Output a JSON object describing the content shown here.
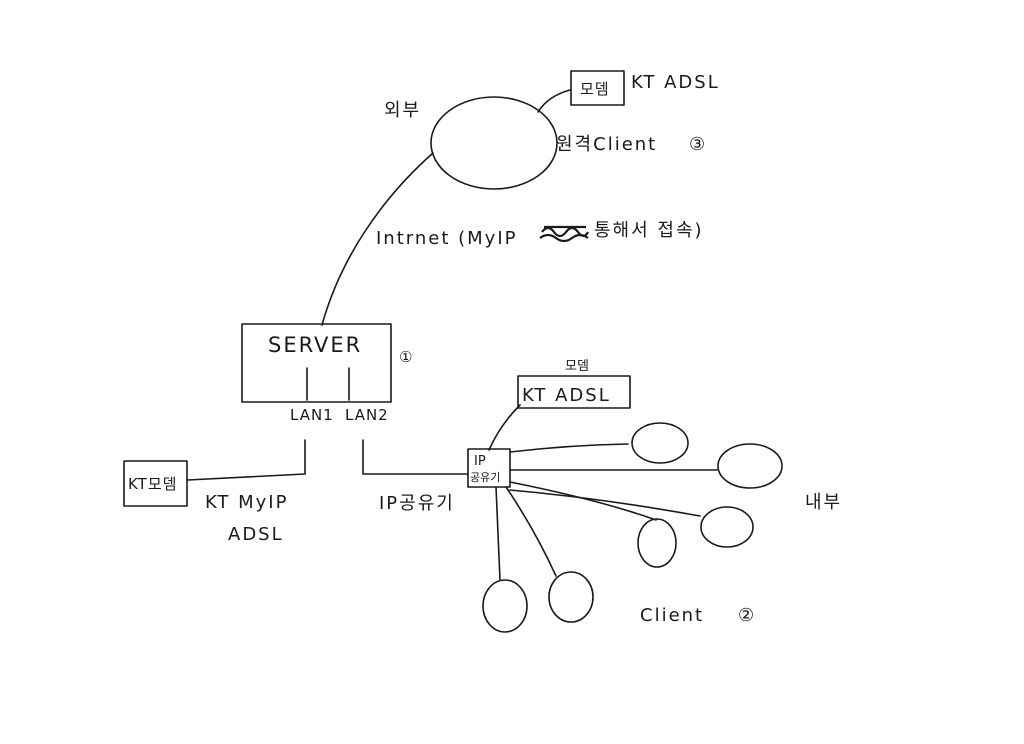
{
  "labels": {
    "external": "외부",
    "remote_modem": "모뎀",
    "remote_adsl": "KT ADSL",
    "remote_client": "원격Client",
    "remote_client_num": "③",
    "internet_prefix": "Intrnet (MyIP",
    "internet_suffix": "통해서 접속)",
    "server": "SERVER",
    "server_num": "①",
    "lan1": "LAN1",
    "lan2": "LAN2",
    "kt_modem": "KT모뎀",
    "kt_myip": "KT MyIP",
    "adsl": "ADSL",
    "router_modem": "모뎀",
    "router_adsl": "KT ADSL",
    "router_ip": "IP",
    "router_box": "공유기",
    "ip_sharer": "IP공유기",
    "internal": "내부",
    "client": "Client",
    "client_num": "②"
  }
}
